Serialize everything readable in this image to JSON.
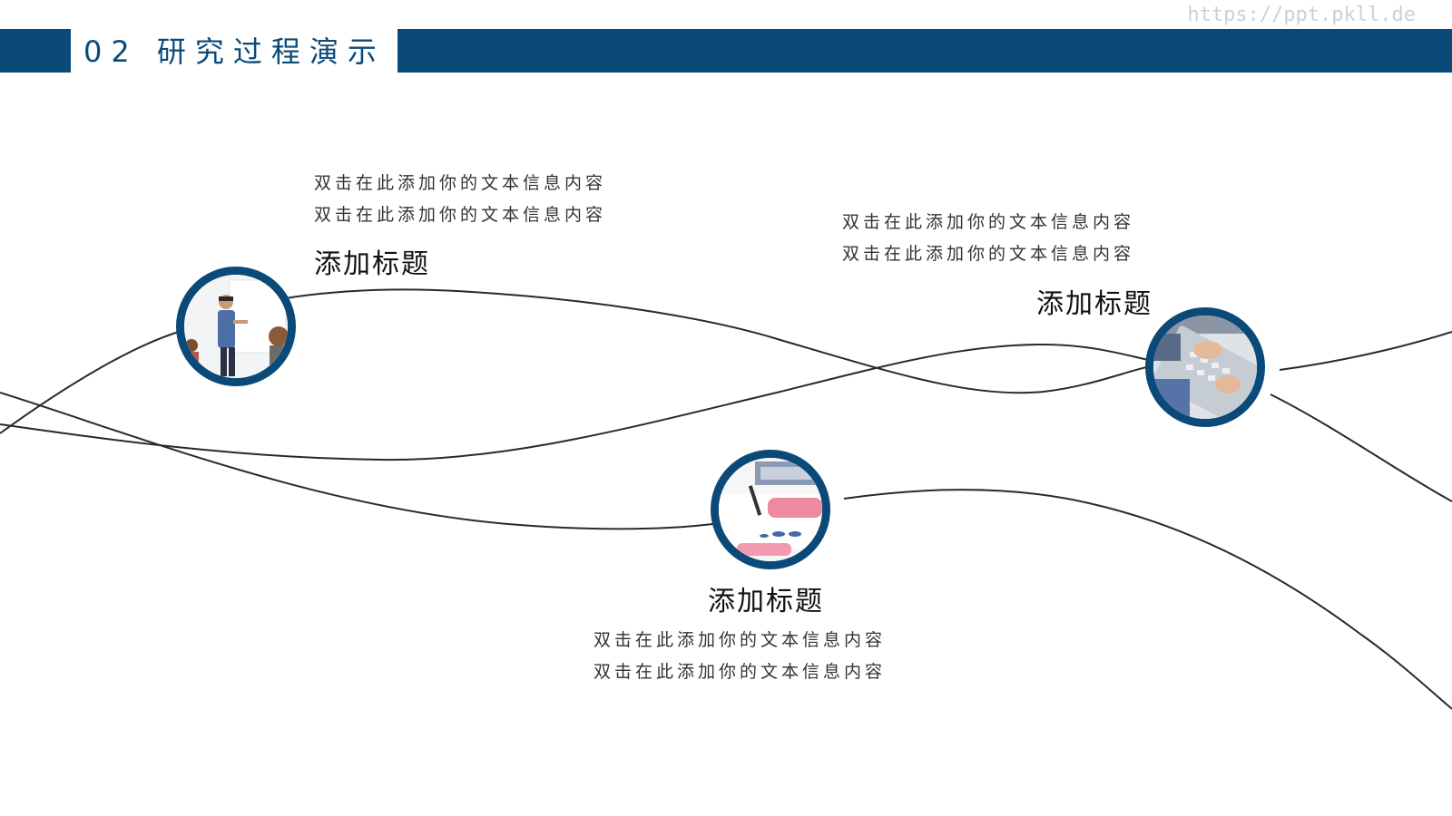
{
  "watermark": "https://ppt.pkll.de",
  "header": {
    "title": "02  研究过程演示",
    "color": "#0b4a78"
  },
  "steps": [
    {
      "title": "添加标题",
      "lines": [
        "双击在此添加你的文本信息内容",
        "双击在此添加你的文本信息内容"
      ],
      "photo_icon": "teacher-whiteboard-photo"
    },
    {
      "title": "添加标题",
      "lines": [
        "双击在此添加你的文本信息内容",
        "双击在此添加你的文本信息内容"
      ],
      "photo_icon": "writing-hands-photo"
    },
    {
      "title": "添加标题",
      "lines": [
        "双击在此添加你的文本信息内容",
        "双击在此添加你的文本信息内容"
      ],
      "photo_icon": "keyboard-typing-photo"
    }
  ]
}
